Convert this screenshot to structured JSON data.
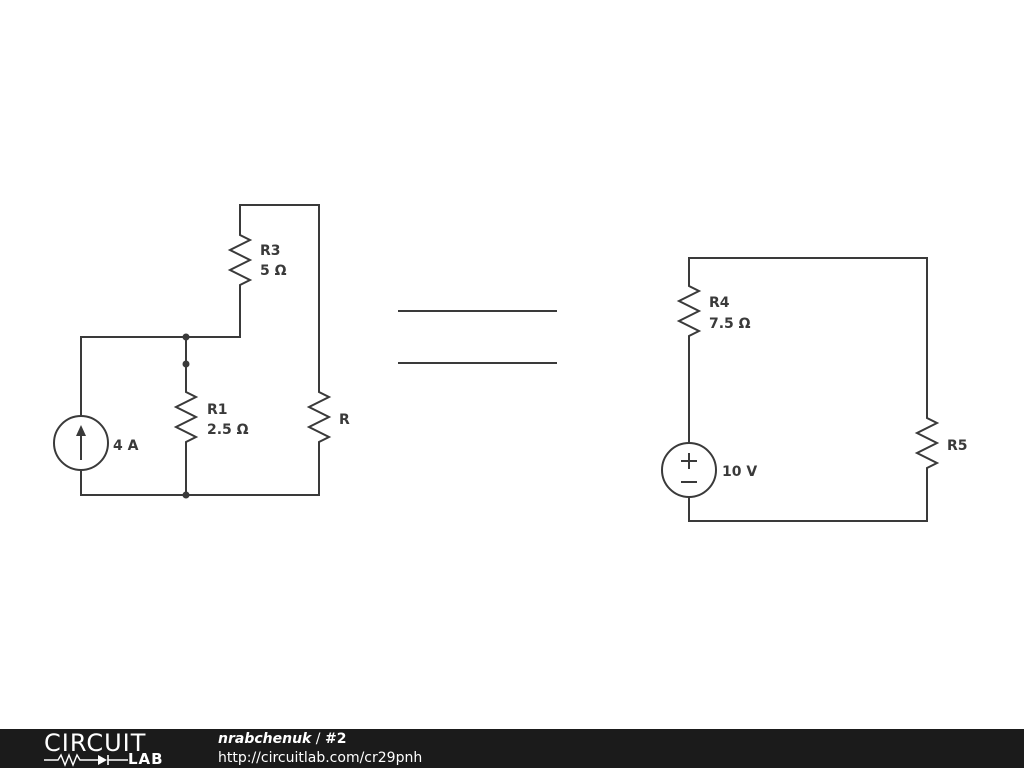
{
  "circuit_left": {
    "current_source": {
      "value": "4 A"
    },
    "r1": {
      "name": "R1",
      "value": "2.5 Ω"
    },
    "r3": {
      "name": "R3",
      "value": "5 Ω"
    },
    "r": {
      "name": "R"
    }
  },
  "circuit_right": {
    "voltage_source": {
      "value": "10 V"
    },
    "r4": {
      "name": "R4",
      "value": "7.5 Ω"
    },
    "r5": {
      "name": "R5"
    }
  },
  "footer": {
    "logo_top": "CIRCUIT",
    "logo_bottom": "LAB",
    "user": "nrabchenuk",
    "separator": " / ",
    "number": "#2",
    "url": "http://circuitlab.com/cr29pnh"
  },
  "colors": {
    "wire": "#3a3a3a",
    "footer_bg": "#1b1b1b",
    "footer_text": "#ffffff"
  }
}
